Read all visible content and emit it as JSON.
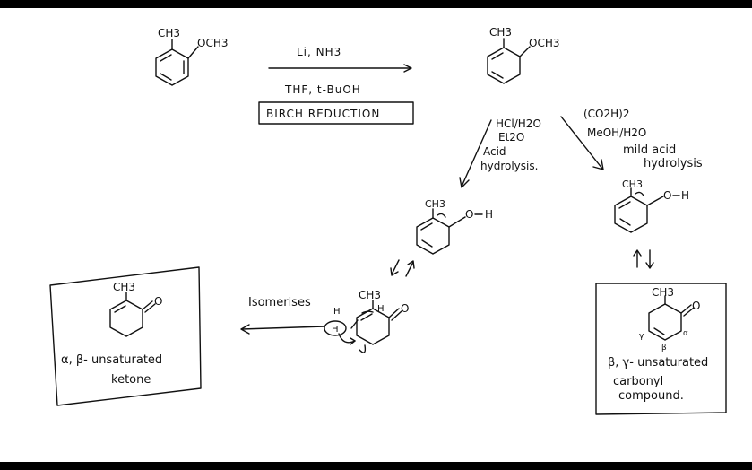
{
  "colors": {
    "ink": "#111111",
    "frame": "#000000",
    "background": "#ffffff"
  },
  "start_material": {
    "methyl": "CH3",
    "methoxy": "OCH3"
  },
  "birch": {
    "reagent_top": "Li, NH3",
    "reagent_bottom": "THF, t-BuOH",
    "label": "BIRCH REDUCTION"
  },
  "birch_product": {
    "methyl": "CH3",
    "methoxy": "OCH3"
  },
  "acid_path": {
    "line1": "HCl/H2O",
    "line2": "Et2O",
    "line3": "Acid",
    "line4": "hydrolysis."
  },
  "mild_path": {
    "line1": "(CO2H)2",
    "line2": "MeOH/H2O",
    "line3": "mild acid",
    "line4": "hydrolysis"
  },
  "enol_left": {
    "methyl": "CH3",
    "oxygen": "O",
    "hydrogen": "H"
  },
  "enol_right": {
    "methyl": "CH3",
    "oxygen": "O",
    "hydrogen": "H"
  },
  "isomerisation": {
    "label": "Isomerises",
    "methyl": "CH3",
    "oxygen": "O",
    "h_left": "H",
    "h_circled": "H",
    "h_top": "H"
  },
  "product_left": {
    "methyl": "CH3",
    "oxygen": "O",
    "caption_line1": "α, β- unsaturated",
    "caption_line2": "ketone"
  },
  "product_right": {
    "methyl": "CH3",
    "oxygen": "O",
    "gamma": "γ",
    "beta": "β",
    "alpha": "α",
    "caption_line1": "β, γ- unsaturated",
    "caption_line2": "carbonyl",
    "caption_line3": "compound."
  }
}
